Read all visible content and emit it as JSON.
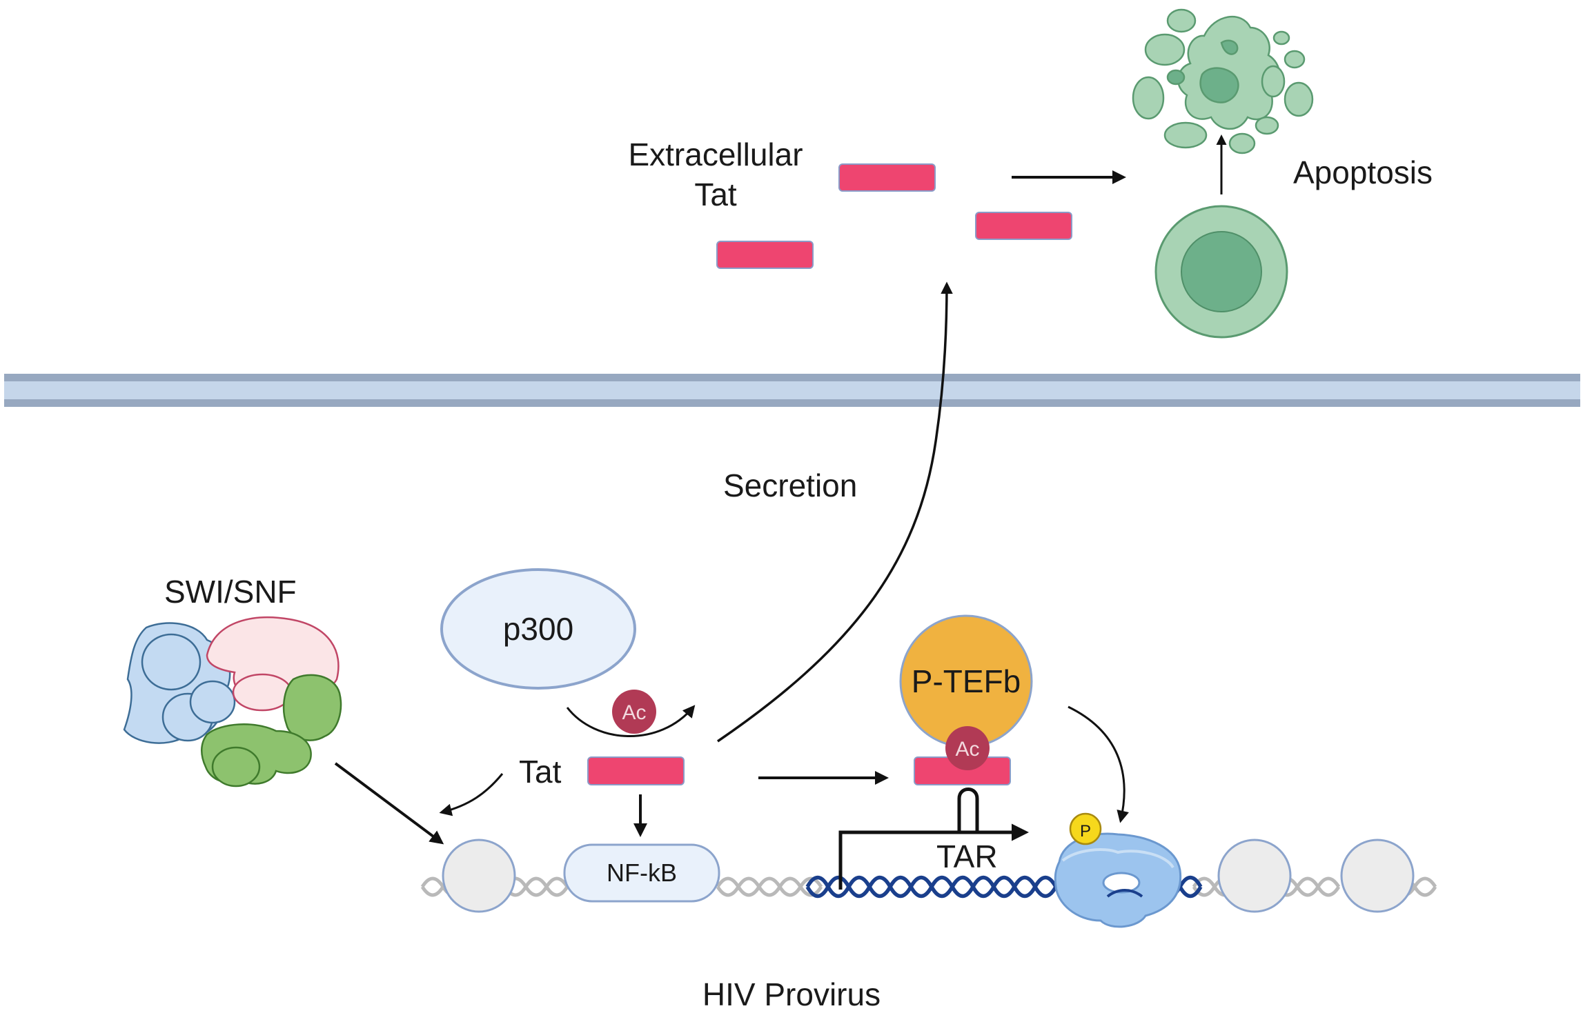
{
  "labels": {
    "extracellular_line1": "Extracellular",
    "extracellular_line2": "Tat",
    "apoptosis": "Apoptosis",
    "secretion": "Secretion",
    "swi_snf": "SWI/SNF",
    "p300": "p300",
    "ac": "Ac",
    "tat": "Tat",
    "ptefb": "P-TEFb",
    "nfkb": "NF-kB",
    "tar": "TAR",
    "phospho": "P",
    "hiv_provirus": "HIV Provirus"
  },
  "colors": {
    "tat_protein": "#ee4570",
    "membrane_dark": "#97a8c0",
    "membrane_light": "#c5d6ea",
    "cell_green_light": "#a8d3b4",
    "cell_green_dark": "#6db08a",
    "ptefb_orange": "#f0b240",
    "acetyl_red": "#b13a55",
    "phospho_yellow": "#f6d81c",
    "dna_blue": "#1a3f8c",
    "dna_grey": "#b9b9b9",
    "nucleosome_fill": "#ececec",
    "protein_blue_light": "#e9f1fb"
  }
}
